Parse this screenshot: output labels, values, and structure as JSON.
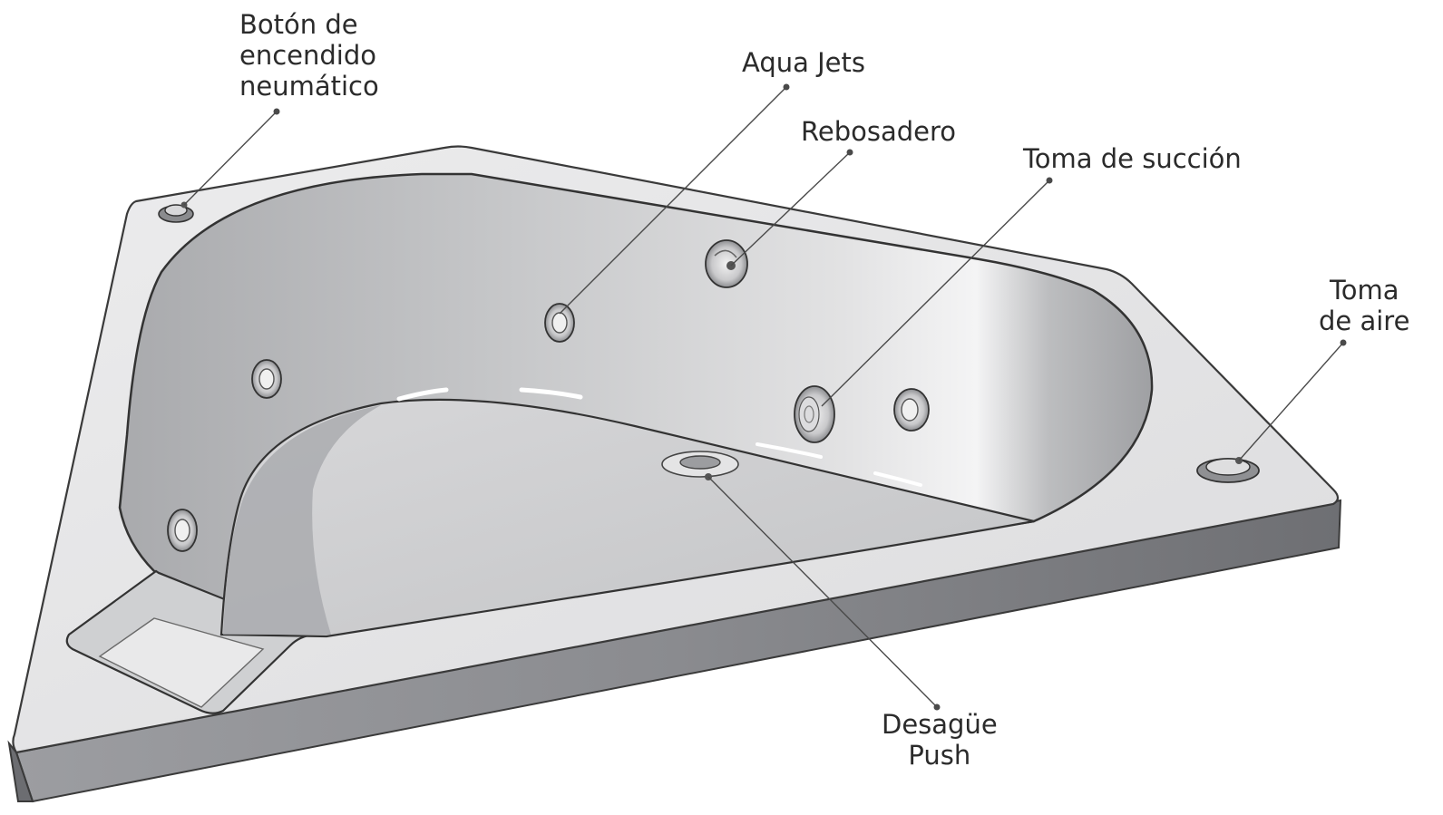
{
  "labels": {
    "power_button": [
      "Botón de",
      "encendido",
      "neumático"
    ],
    "aqua_jets": "Aqua Jets",
    "overflow": "Rebosadero",
    "suction": "Toma de succión",
    "air_intake": [
      "Toma",
      "de aire"
    ],
    "drain": [
      "Desagüe",
      "Push"
    ]
  },
  "colors": {
    "text": "#2b2b2b",
    "leader": "#4a4a4a",
    "tub_outline": "#3a3a3a",
    "rim_top": "#e6e6e7",
    "side_dark": "#7e7f83",
    "basin": "#c9cacc"
  },
  "icons": {
    "power_button": "pneumatic-button-icon",
    "jets": "jet-nozzle-icon",
    "overflow": "overflow-icon",
    "suction": "suction-grille-icon",
    "air": "air-intake-icon",
    "drain": "drain-icon"
  }
}
